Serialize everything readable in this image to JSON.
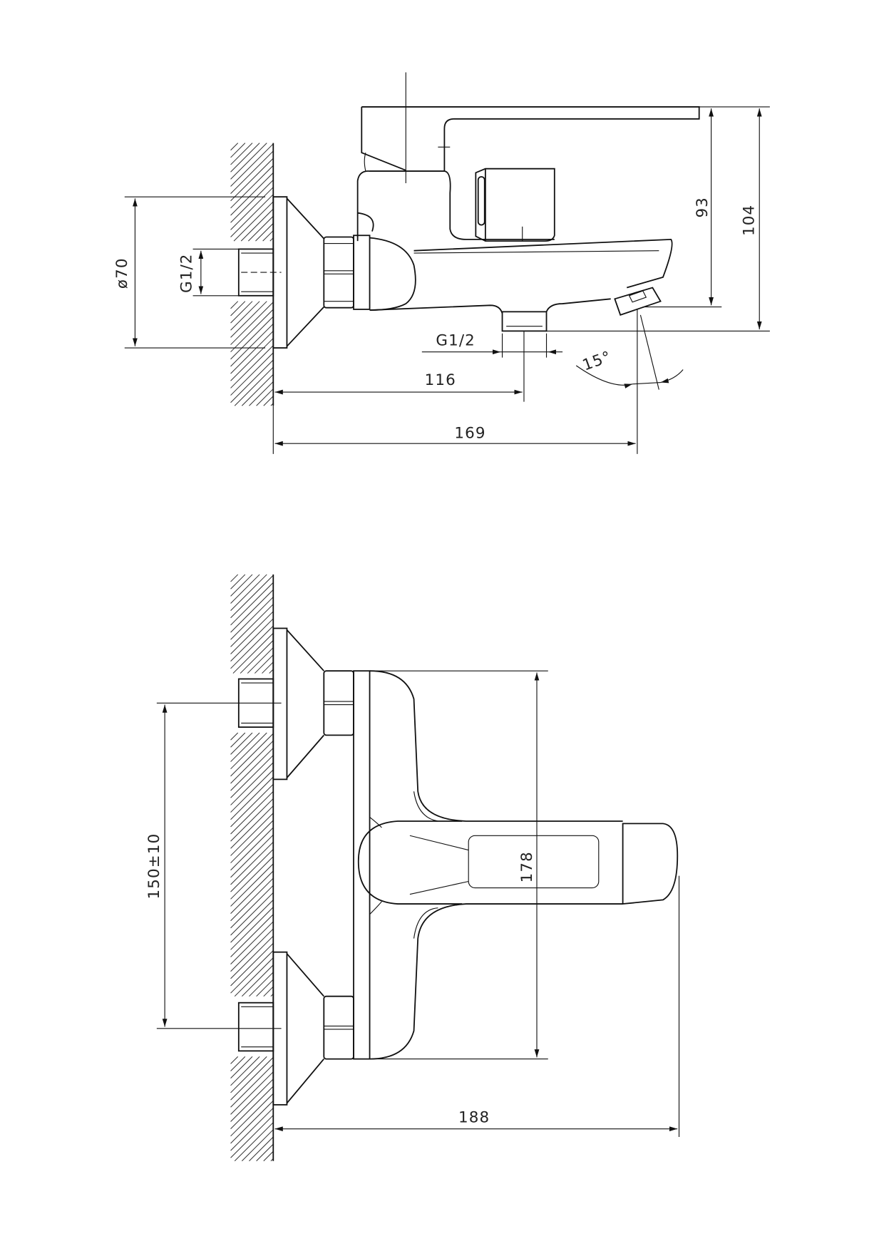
{
  "title": "Wall-mounted bath mixer dimension drawing",
  "side_view": {
    "labels": {
      "flange_diameter": "ø70",
      "inlet_thread": "G1/2",
      "outlet_thread": "G1/2",
      "spout_outlet_projection": "116",
      "total_projection": "169",
      "height_to_spout": "93",
      "total_height": "104",
      "spout_angle": "15°"
    }
  },
  "front_view": {
    "labels": {
      "inlet_spacing": "150±10",
      "body_width": "178",
      "total_projection": "188"
    }
  },
  "colors": {
    "line": "#111111",
    "background": "#ffffff"
  }
}
